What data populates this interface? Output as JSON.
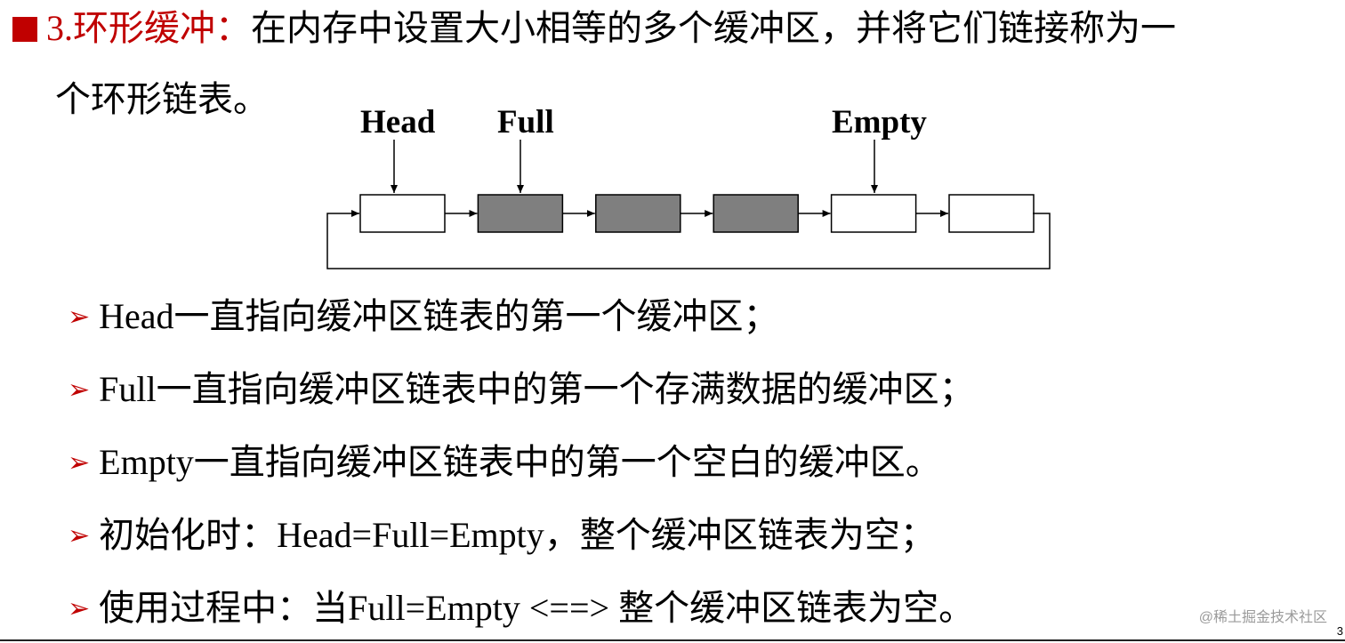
{
  "heading": {
    "number": "3.",
    "keyword": "环形缓冲：",
    "text_line1": "在内存中设置大小相等的多个缓冲区，并将它们链接称为一",
    "text_line2": "个环形链表。"
  },
  "diagram": {
    "labels": {
      "head": "Head",
      "full": "Full",
      "empty": "Empty"
    },
    "buffers": [
      {
        "state": "empty",
        "fill": "#ffffff"
      },
      {
        "state": "full",
        "fill": "#7f7f7f"
      },
      {
        "state": "full",
        "fill": "#7f7f7f"
      },
      {
        "state": "full",
        "fill": "#7f7f7f"
      },
      {
        "state": "empty",
        "fill": "#ffffff"
      },
      {
        "state": "empty",
        "fill": "#ffffff"
      }
    ]
  },
  "bullets": [
    "Head一直指向缓冲区链表的第一个缓冲区；",
    "Full一直指向缓冲区链表中的第一个存满数据的缓冲区；",
    "Empty一直指向缓冲区链表中的第一个空白的缓冲区。",
    "初始化时：Head=Full=Empty，整个缓冲区链表为空；",
    "使用过程中：当Full=Empty <==> 整个缓冲区链表为空。"
  ],
  "bullet_marker": "➢",
  "watermark": "@稀土掘金技术社区",
  "page_number": "3",
  "colors": {
    "accent": "#c00000",
    "full_buffer": "#7f7f7f"
  }
}
